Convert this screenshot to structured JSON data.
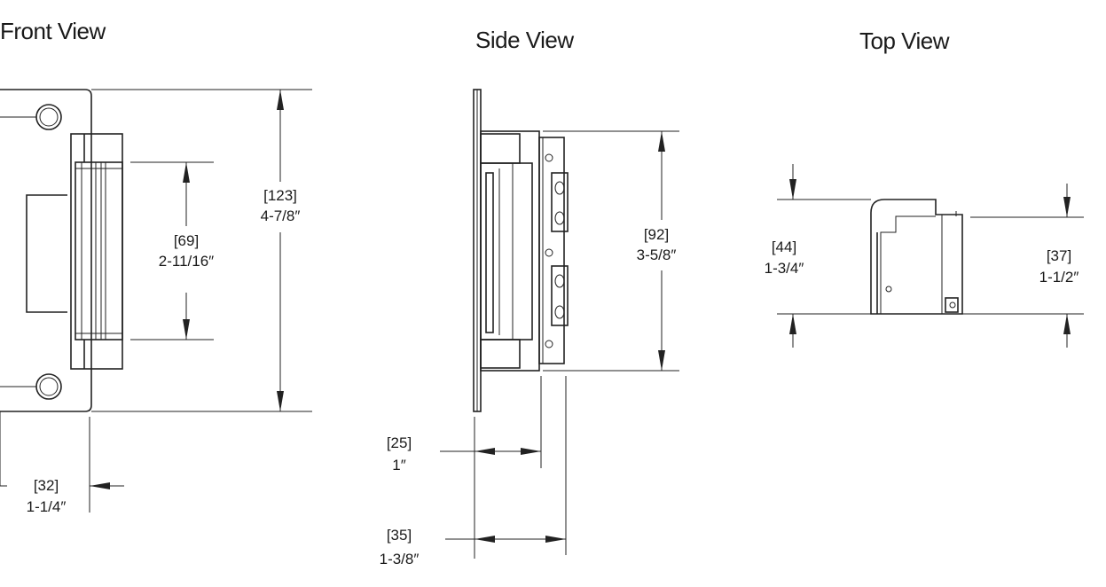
{
  "views": {
    "front": {
      "title": "Front View",
      "dims": {
        "overall_height_mm": "[123]",
        "overall_height_in": "4-7/8″",
        "keeper_height_mm": "[69]",
        "keeper_height_in": "2-11/16″",
        "width_mm": "[32]",
        "width_in": "1-1/4″"
      }
    },
    "side": {
      "title": "Side View",
      "dims": {
        "body_height_mm": "[92]",
        "body_height_in": "3-5/8″",
        "depth_mm": "[25]",
        "depth_in": "1″",
        "overall_depth_mm": "[35]",
        "overall_depth_in": "1-3/8″"
      }
    },
    "top": {
      "title": "Top View",
      "dims": {
        "left_height_mm": "[44]",
        "left_height_in": "1-3/4″",
        "right_height_mm": "[37]",
        "right_height_in": "1-1/2″"
      }
    }
  }
}
